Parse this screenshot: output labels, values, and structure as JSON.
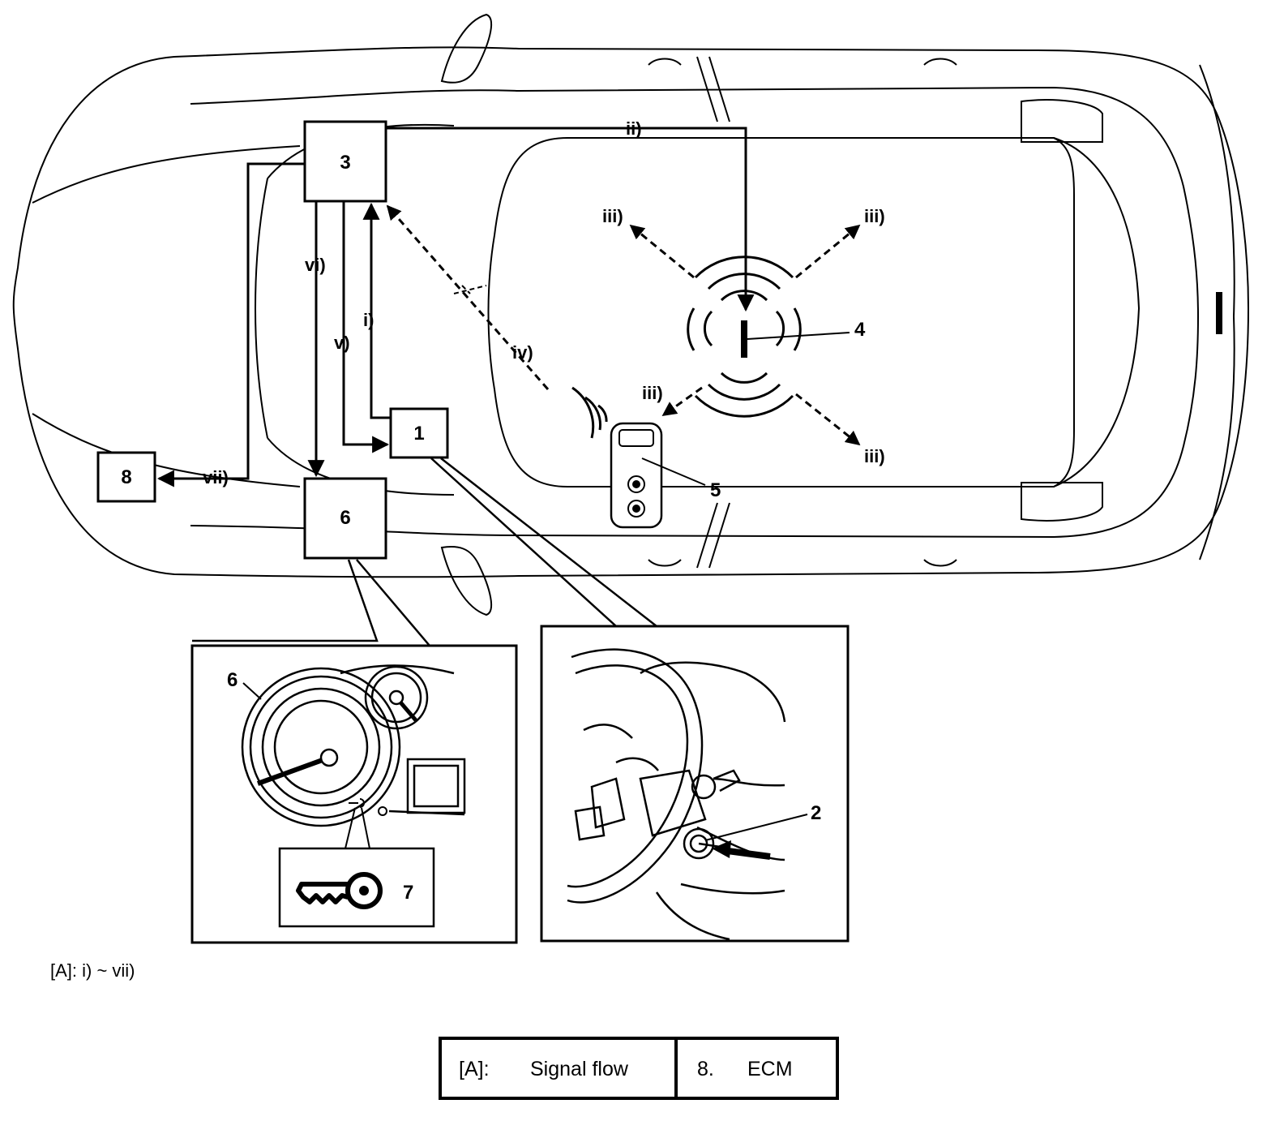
{
  "components": {
    "c1": "1",
    "c2": "2",
    "c3": "3",
    "c4": "4",
    "c5": "5",
    "c6": "6",
    "c7": "7",
    "c8": "8"
  },
  "signals": {
    "i": "i)",
    "ii": "ii)",
    "iii": "iii)",
    "iv": "iv)",
    "v": "v)",
    "vi": "vi)",
    "vii": "vii)"
  },
  "caption": "[A]: i) ~ vii)",
  "legend": {
    "a_key": "[A]:",
    "a_value": "Signal flow",
    "ecm_key": "8.",
    "ecm_value": "ECM"
  }
}
